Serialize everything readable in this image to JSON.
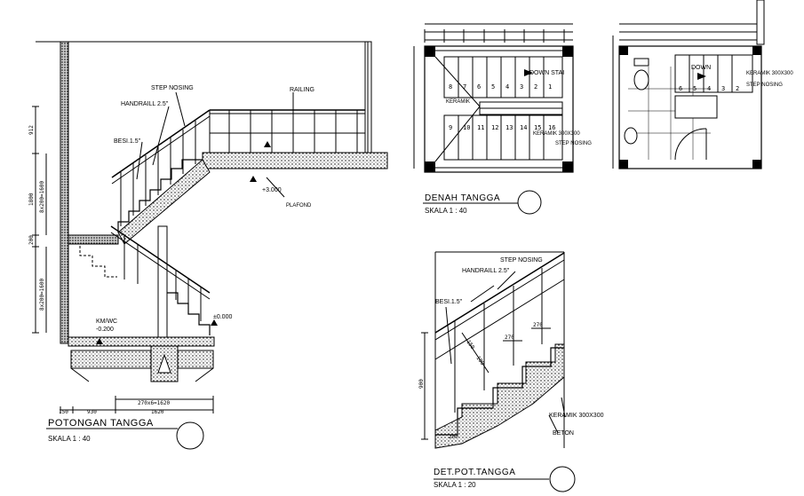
{
  "section": {
    "title": "POTONGAN TANGGA",
    "scale": "SKALA 1 : 40",
    "labels": {
      "step_nosing": "STEP NOSING",
      "railing": "RAILING",
      "handrail": "HANDRAILL 2.5\"",
      "besi": "BESI.1.5\"",
      "level_top": "+3.000",
      "plafond": "PLAFOND",
      "kmwc": "KM/WC",
      "kmwc_level": "-0.200",
      "level_zero": "±0.000"
    },
    "dims": {
      "d912": "912",
      "d1800": "1800",
      "d8x200": "8x200=1600",
      "d200": "200",
      "d8x200b": "8x200=1600",
      "d270x6": "270x6=1620",
      "d150": "150",
      "d930": "930",
      "d1620": "1620"
    }
  },
  "plan": {
    "title": "DENAH TANGGA",
    "scale": "SKALA 1 : 40",
    "labels": {
      "down": "DOWN STAI",
      "keramik_left": "KERAMIK",
      "keramik_300": "KERAMIK 300X300",
      "step_nosing": "STEP NOSING",
      "keramik_right": "KERAMIK 300X300",
      "step_nosing_right": "STEP NOSING",
      "down_right": "DOWN"
    },
    "top_steps": [
      "8",
      "7",
      "6",
      "5",
      "4",
      "3",
      "2",
      "1"
    ],
    "bottom_steps": [
      "9",
      "10",
      "11",
      "12",
      "13",
      "14",
      "15",
      "16"
    ],
    "right_steps": [
      "6",
      "5",
      "4",
      "3",
      "2"
    ]
  },
  "detail": {
    "title": "DET.POT.TANGGA",
    "scale": "SKALA 1 : 20",
    "labels": {
      "step_nosing": "STEP NOSING",
      "handrail": "HANDRAILL 2.5\"",
      "besi": "BESI.1.5\"",
      "keramik": "KERAMIK 300X300",
      "beton": "BETON",
      "d900": "900",
      "d270": "270",
      "d270b": "270",
      "d150": "150",
      "d100": "100",
      "d200": "200"
    }
  }
}
